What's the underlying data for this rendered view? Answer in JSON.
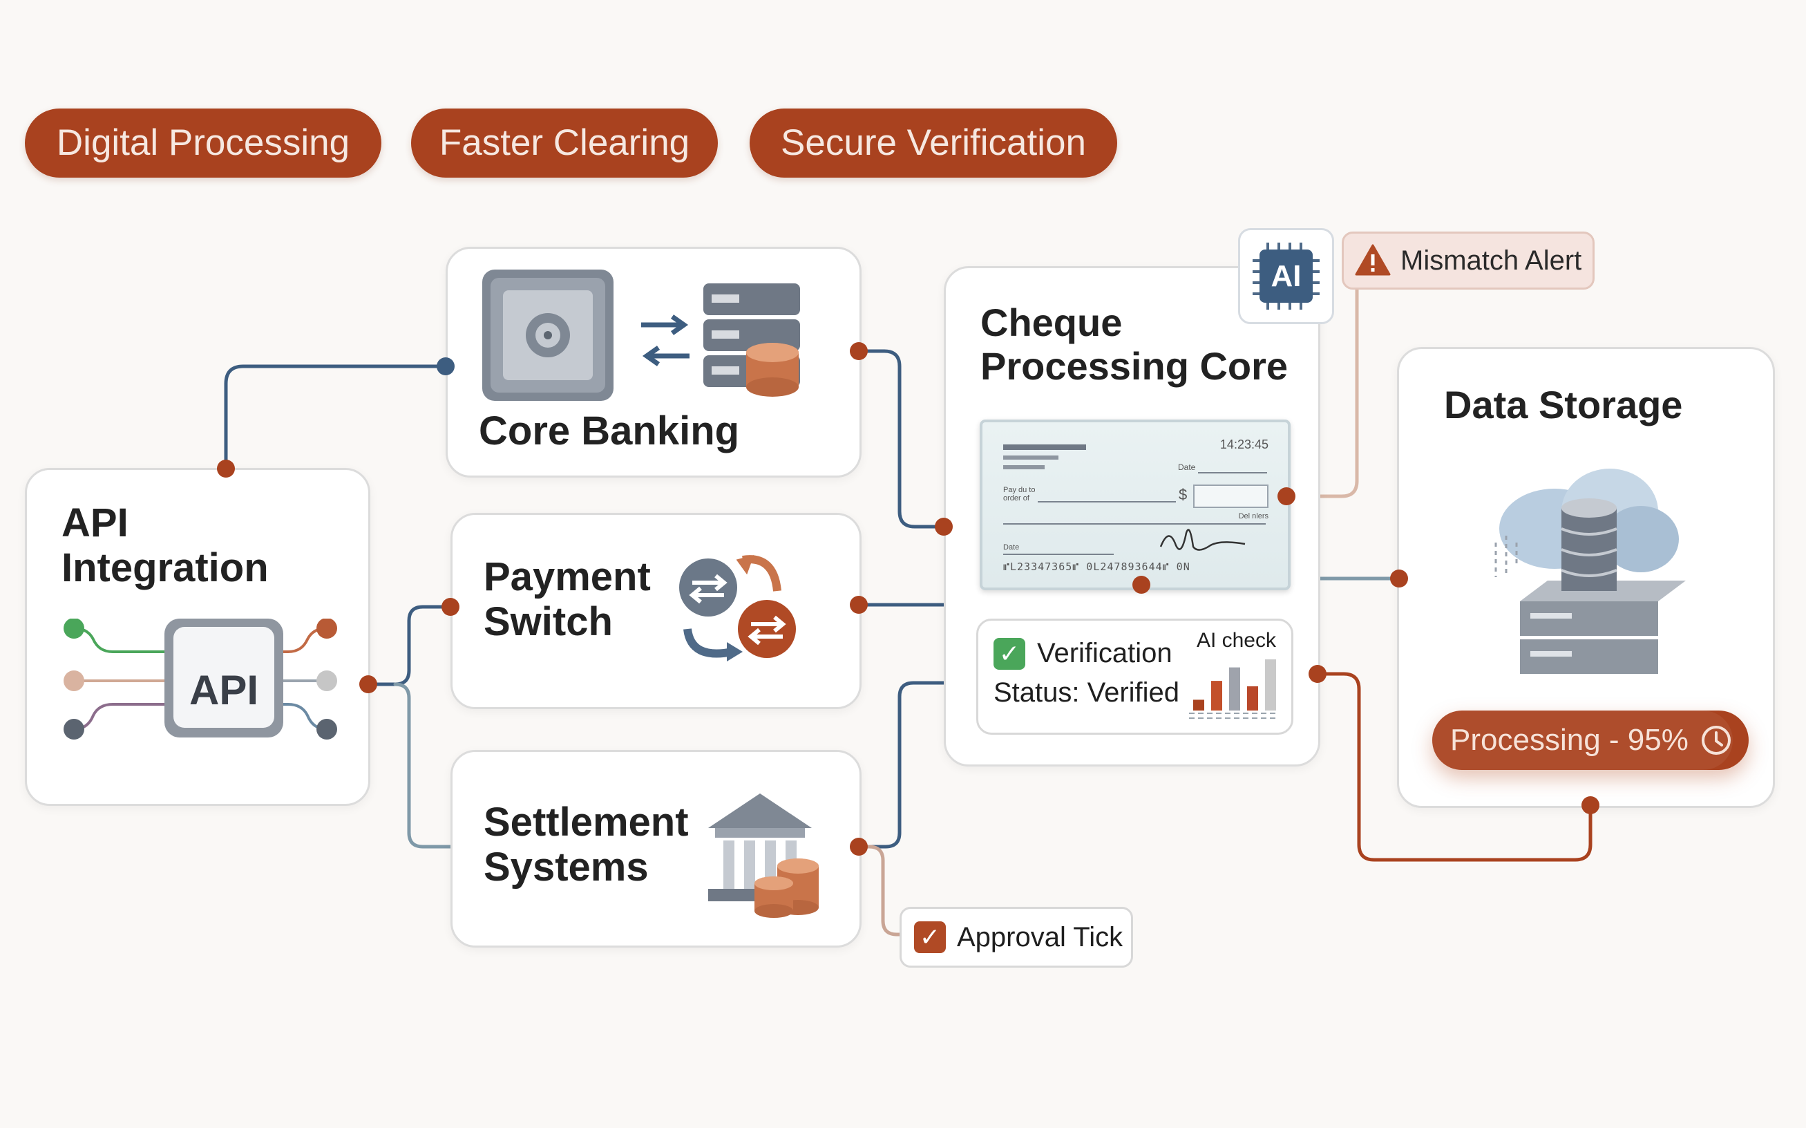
{
  "pills": [
    "Digital Processing",
    "Faster Clearing",
    "Secure Verification"
  ],
  "api_integration": {
    "title_line1": "API",
    "title_line2": "Integration",
    "chip_label": "API"
  },
  "core_banking": {
    "title": "Core Banking"
  },
  "payment_switch": {
    "title_line1": "Payment",
    "title_line2": "Switch"
  },
  "settlement": {
    "title_line1": "Settlement",
    "title_line2": "Systems"
  },
  "cheque_core": {
    "title_line1": "Cheque",
    "title_line2": "Processing Core",
    "ai_chip": "AI",
    "cheque": {
      "time": "14:23:45",
      "date_label": "Date",
      "pay_label_line1": "Pay du to",
      "pay_label_line2": "order of",
      "currency": "$",
      "dollars_label": "Del nlers",
      "date_label_2": "Date",
      "micr": "⑈L23347365⑈ 0L247893644⑈ 0N"
    },
    "verification": {
      "line1": "Verification",
      "line2": "Status: Verified",
      "ai_check": "AI check"
    },
    "ai_check_bars": [
      {
        "value": 0.2,
        "color": "#a9421f"
      },
      {
        "value": 0.55,
        "color": "#c3502a"
      },
      {
        "value": 0.8,
        "color": "#9fa3ac"
      },
      {
        "value": 0.45,
        "color": "#b9482a"
      },
      {
        "value": 0.95,
        "color": "#c9c9c9"
      }
    ]
  },
  "mismatch_alert": {
    "label": "Mismatch Alert"
  },
  "data_storage": {
    "title": "Data Storage",
    "progress_label": "Processing - 95%",
    "progress_value": 0.95
  },
  "approval": {
    "label": "Approval Tick"
  },
  "colors": {
    "accent": "#a9421f",
    "navy": "#3d5d80",
    "line_gray": "#7f99a8",
    "alert_bg": "#f5e4df",
    "check_green": "#4aa65a"
  }
}
